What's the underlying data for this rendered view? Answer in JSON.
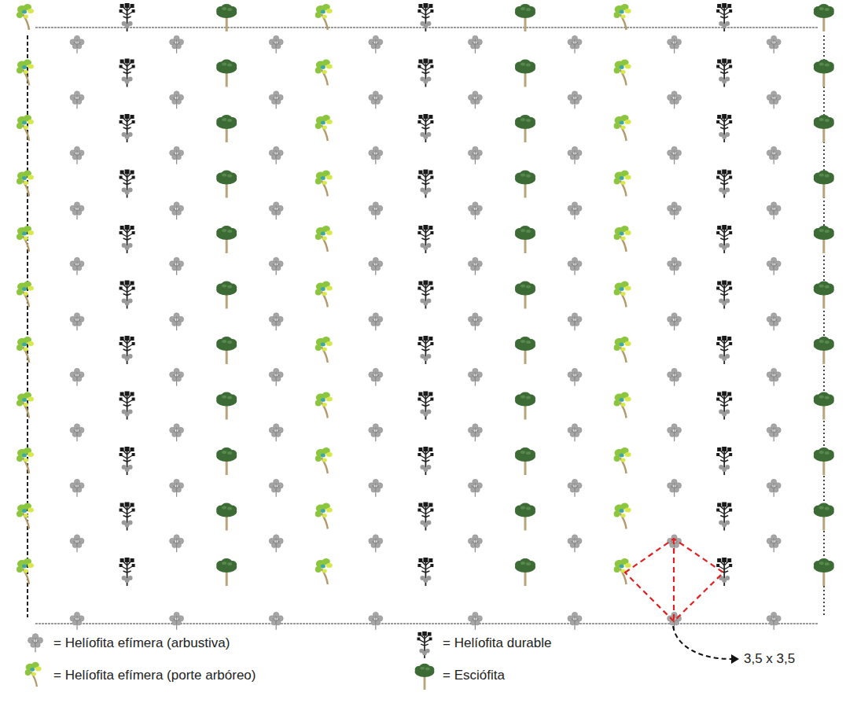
{
  "diagram": {
    "labels": [
      "3,5 x 3,5"
    ],
    "legend": [
      {
        "text": "= Helíofita efímera (arbustiva)"
      },
      {
        "text": "= Helíofita efímera (porte arbóreo)"
      },
      {
        "text": "= Helíofita durable"
      },
      {
        "text": "= Esciófita"
      }
    ]
  }
}
